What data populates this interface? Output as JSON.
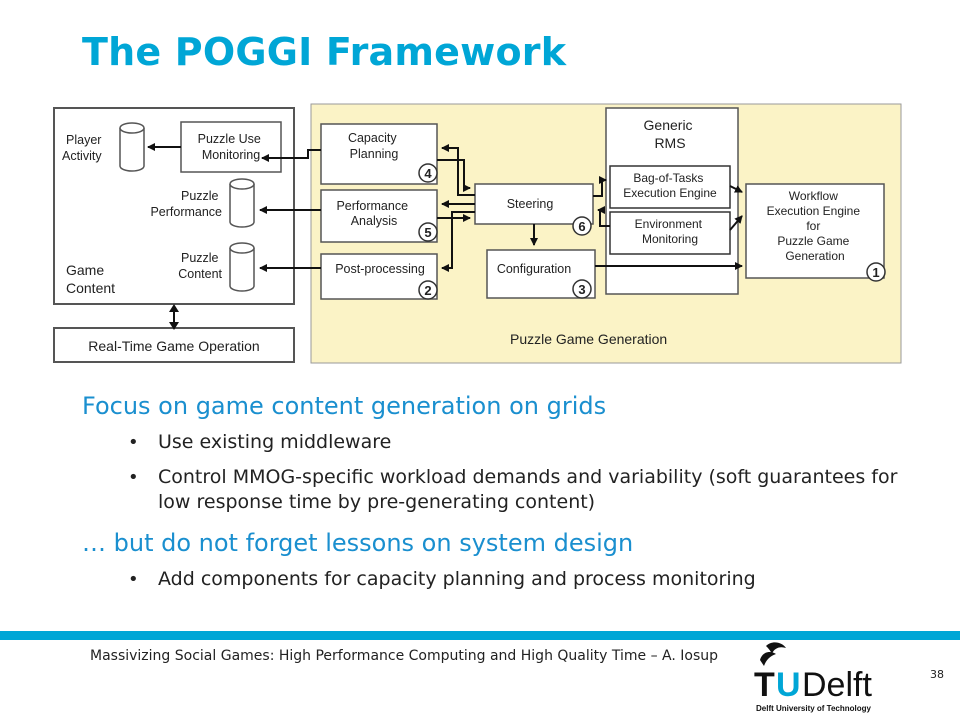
{
  "slide": {
    "title": "The POGGI Framework",
    "footer": "Massivizing Social Games: High Performance Computing and High Quality Time – A. Iosup",
    "page_number": "38"
  },
  "diagram": {
    "player_activity": [
      "Player",
      "Activity"
    ],
    "puzzle_use_monitoring": [
      "Puzzle Use",
      "Monitoring"
    ],
    "puzzle_performance": [
      "Puzzle",
      "Performance"
    ],
    "puzzle_content": [
      "Puzzle",
      "Content"
    ],
    "game_content": [
      "Game",
      "Content"
    ],
    "real_time_game_operation": "Real-Time Game Operation",
    "capacity_planning": [
      "Capacity",
      "Planning"
    ],
    "performance_analysis": [
      "Performance",
      "Analysis"
    ],
    "post_processing": "Post-processing",
    "steering": "Steering",
    "configuration": "Configuration",
    "generic_rms": [
      "Generic",
      "RMS"
    ],
    "bag_of_tasks": [
      "Bag-of-Tasks",
      "Execution Engine"
    ],
    "environment_monitoring": [
      "Environment",
      "Monitoring"
    ],
    "workflow_engine": [
      "Workflow",
      "Execution Engine",
      "for",
      "Puzzle Game",
      "Generation"
    ],
    "puzzle_game_generation": "Puzzle Game Generation",
    "step_numbers": {
      "capacity": "4",
      "performance": "5",
      "post": "2",
      "steering": "6",
      "configuration": "3",
      "workflow": "1"
    }
  },
  "bullets": {
    "heading1": "Focus on game content generation on grids",
    "item1": "Use existing middleware",
    "item2": "Control MMOG-specific workload demands and variability (soft guarantees for low response time by pre-generating content)",
    "heading2": "… but do not forget lessons on system design",
    "item3": "Add components for capacity planning and process monitoring"
  },
  "logo": {
    "brand": "TUDelft",
    "tagline": "Delft University of Technology"
  },
  "colors": {
    "accent": "#00a6d6",
    "heading_blue": "#1a8fcf",
    "panel_fill": "#fbf3c6"
  }
}
